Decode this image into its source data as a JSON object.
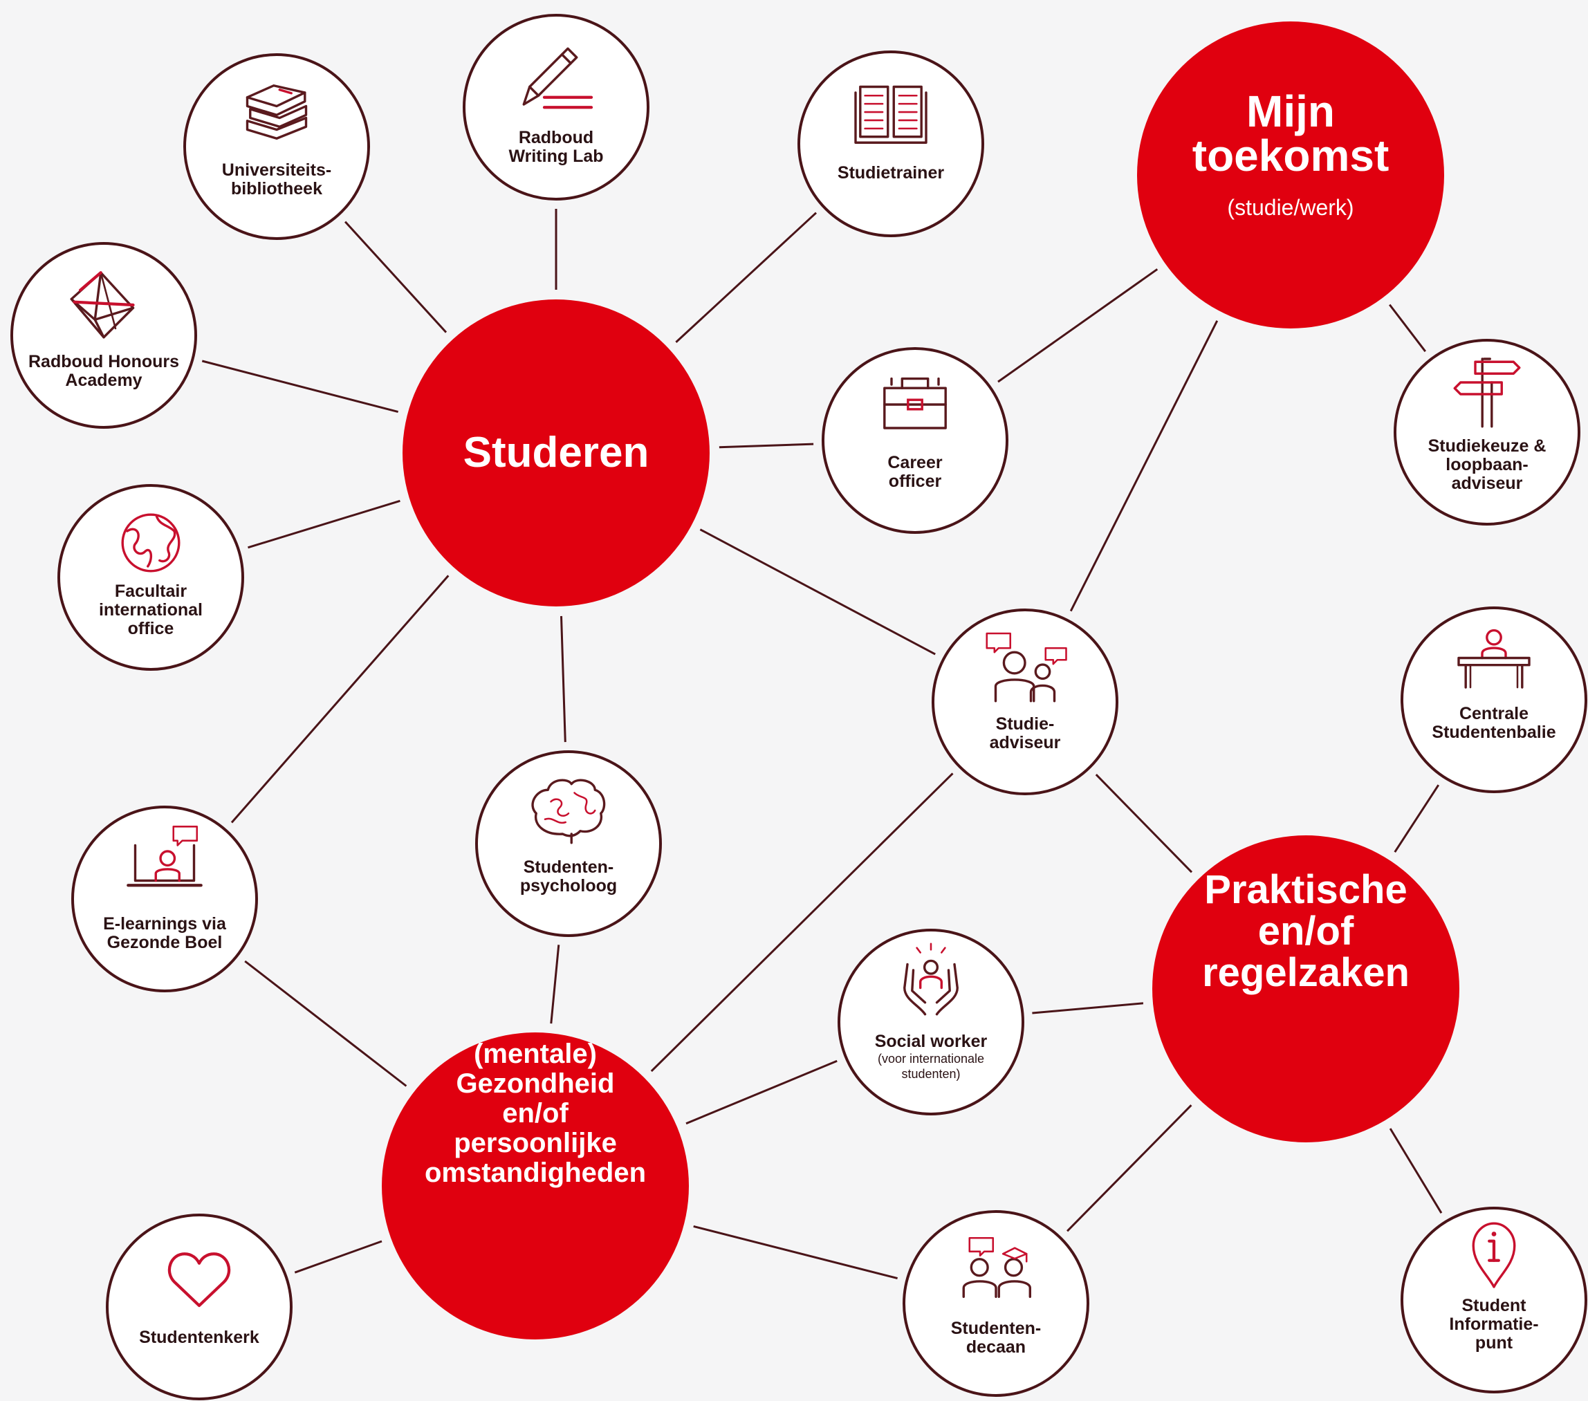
{
  "colors": {
    "hub_fill": "#e0000f",
    "node_fill": "#ffffff",
    "node_stroke": "#4a1418",
    "icon_red": "#c8102e",
    "icon_dark": "#5a1a1e",
    "line": "#4a1418",
    "background": "#f5f5f6"
  },
  "hubs": {
    "studeren": {
      "lines": [
        "Studeren"
      ]
    },
    "toekomst": {
      "lines": [
        "Mijn",
        "toekomst"
      ],
      "sub": "(studie/werk)"
    },
    "praktisch": {
      "lines": [
        "Praktische",
        "en/of",
        "regelzaken"
      ]
    },
    "gezondheid": {
      "lines": [
        "(mentale)",
        "Gezondheid",
        "en/of",
        "persoonlijke",
        "omstandigheden"
      ]
    }
  },
  "nodes": {
    "bibliotheek": {
      "lines": [
        "Universiteits-",
        "bibliotheek"
      ],
      "icon": "books-icon"
    },
    "writinglab": {
      "lines": [
        "Radboud",
        "Writing Lab"
      ],
      "icon": "pencil-icon"
    },
    "studietrainer": {
      "lines": [
        "Studietrainer"
      ],
      "icon": "open-book-icon"
    },
    "honours": {
      "lines": [
        "Radboud Honours",
        "Academy"
      ],
      "icon": "polyhedron-icon"
    },
    "career": {
      "lines": [
        "Career",
        "officer"
      ],
      "icon": "briefcase-icon"
    },
    "studiekeuze": {
      "lines": [
        "Studiekeuze &",
        "loopbaan-",
        "adviseur"
      ],
      "icon": "signpost-icon"
    },
    "international": {
      "lines": [
        "Facultair",
        "international",
        "office"
      ],
      "icon": "globe-icon"
    },
    "studieadviseur": {
      "lines": [
        "Studie-",
        "adviseur"
      ],
      "icon": "conversation-icon"
    },
    "centrale": {
      "lines": [
        "Centrale",
        "Studentenbalie"
      ],
      "icon": "desk-icon"
    },
    "psycholoog": {
      "lines": [
        "Studenten-",
        "psycholoog"
      ],
      "icon": "brain-icon"
    },
    "elearning": {
      "lines": [
        "E-learnings via",
        "Gezonde Boel"
      ],
      "icon": "laptop-person-icon"
    },
    "socialworker": {
      "lines": [
        "Social worker"
      ],
      "sub": [
        "(voor internationale",
        "studenten)"
      ],
      "icon": "hands-person-icon"
    },
    "studentenkerk": {
      "lines": [
        "Studentenkerk"
      ],
      "icon": "heart-icon"
    },
    "decaan": {
      "lines": [
        "Studenten-",
        "decaan"
      ],
      "icon": "graduate-conversation-icon"
    },
    "informatiepunt": {
      "lines": [
        "Student",
        "Informatie-",
        "punt"
      ],
      "icon": "info-pin-icon"
    }
  },
  "connections": [
    [
      "studeren",
      "bibliotheek"
    ],
    [
      "studeren",
      "writinglab"
    ],
    [
      "studeren",
      "studietrainer"
    ],
    [
      "studeren",
      "honours"
    ],
    [
      "studeren",
      "international"
    ],
    [
      "studeren",
      "career"
    ],
    [
      "studeren",
      "studieadviseur"
    ],
    [
      "studeren",
      "psycholoog"
    ],
    [
      "studeren",
      "elearning"
    ],
    [
      "toekomst",
      "career"
    ],
    [
      "toekomst",
      "studiekeuze"
    ],
    [
      "toekomst",
      "studieadviseur"
    ],
    [
      "studieadviseur",
      "praktisch"
    ],
    [
      "studieadviseur",
      "gezondheid"
    ],
    [
      "praktisch",
      "centrale"
    ],
    [
      "praktisch",
      "socialworker"
    ],
    [
      "praktisch",
      "decaan"
    ],
    [
      "praktisch",
      "informatiepunt"
    ],
    [
      "gezondheid",
      "psycholoog"
    ],
    [
      "gezondheid",
      "elearning"
    ],
    [
      "gezondheid",
      "socialworker"
    ],
    [
      "gezondheid",
      "studentenkerk"
    ],
    [
      "gezondheid",
      "decaan"
    ]
  ]
}
